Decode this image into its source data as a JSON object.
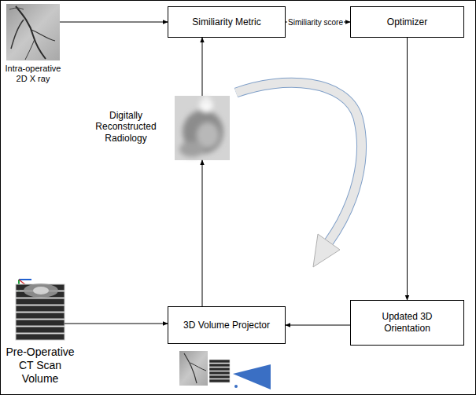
{
  "diagram": {
    "nodes": [
      {
        "text": [
          "Intra-operative 2D X ray"
        ]
      },
      {
        "text": [
          "Similiarity Metric"
        ]
      },
      {
        "text": [
          "Optimizer"
        ]
      },
      {
        "text": [
          "Digitally Reconstructed Radiology"
        ]
      },
      {
        "text": [
          "Pre-Operative CT Scan Volume"
        ]
      },
      {
        "text": [
          "3D Volume Projector"
        ]
      },
      {
        "text": [
          "Updated 3D Orientation"
        ]
      }
    ],
    "edges": [
      {
        "from": 0,
        "to": 1,
        "arrow": "to"
      },
      {
        "from": 1,
        "to": 2,
        "label": "Similiarity score",
        "arrow": "to"
      },
      {
        "from": 2,
        "to": 6,
        "arrow": "to"
      },
      {
        "from": 6,
        "to": 5,
        "arrow": "to"
      },
      {
        "from": 4,
        "to": 5,
        "arrow": "to"
      },
      {
        "from": 5,
        "to": 3,
        "arrow": "to"
      },
      {
        "from": 3,
        "to": 1,
        "arrow": "to"
      }
    ]
  }
}
